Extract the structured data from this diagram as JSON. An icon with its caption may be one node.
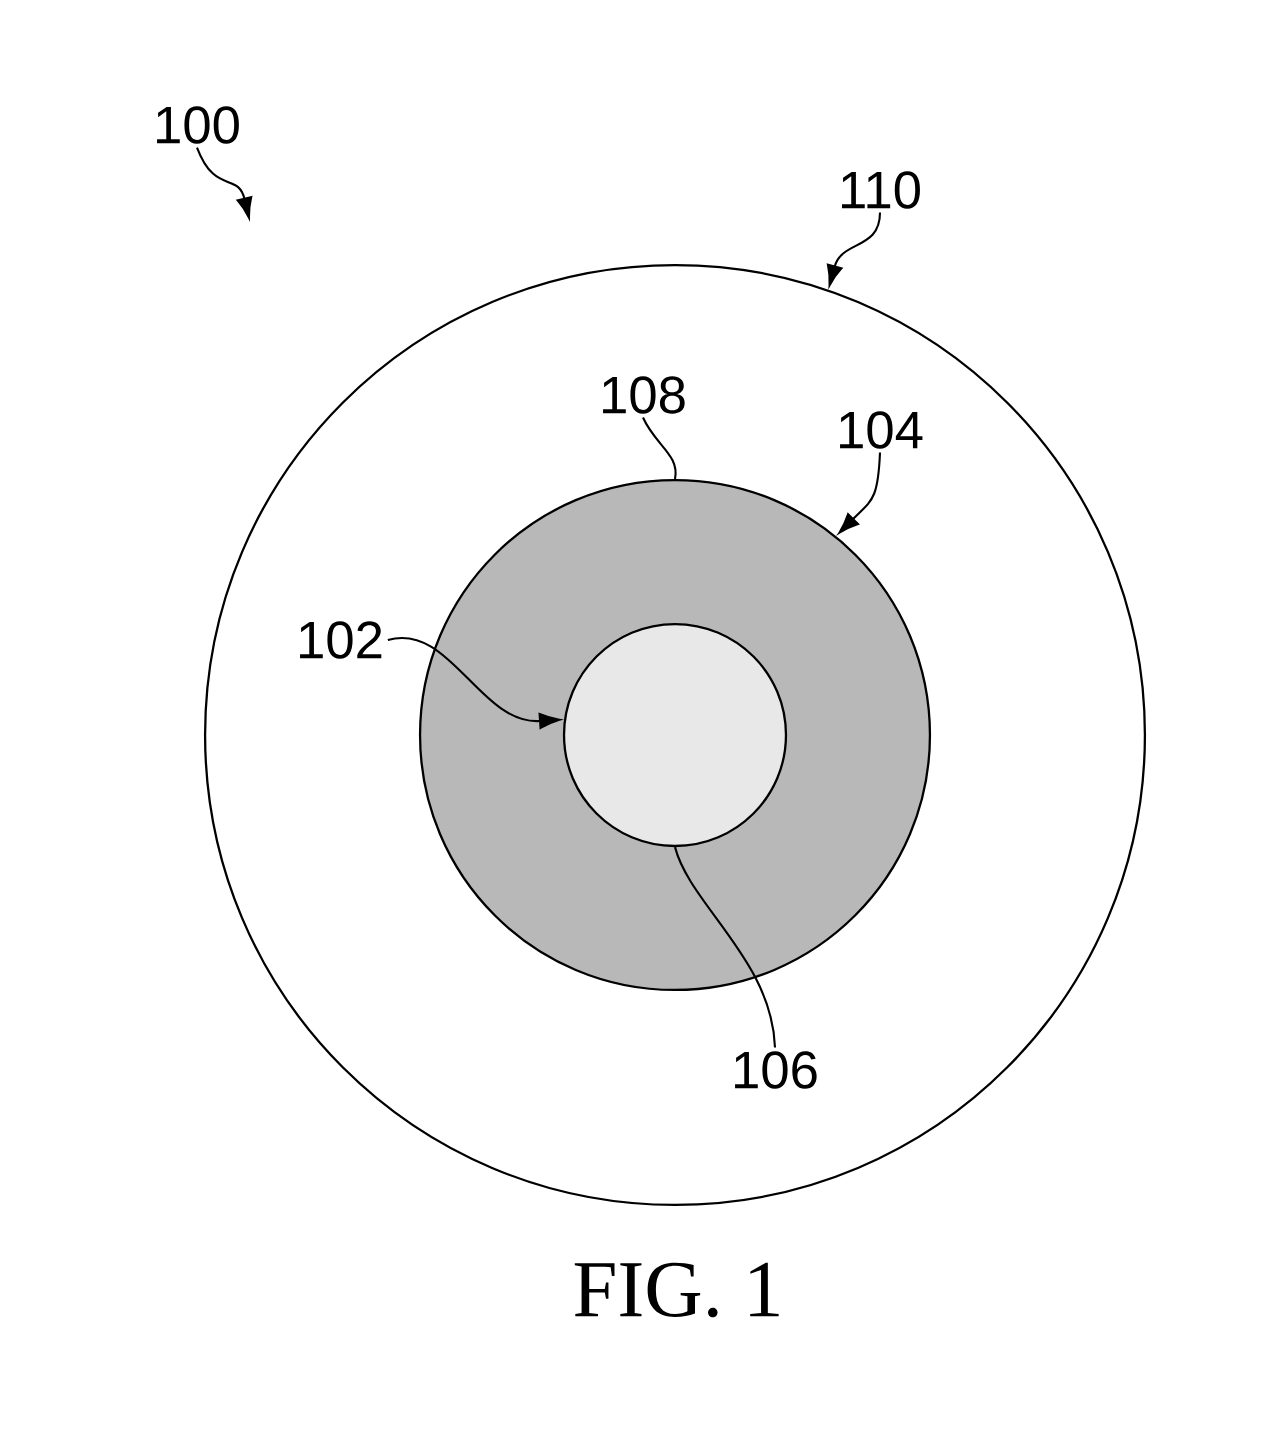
{
  "diagram": {
    "caption": "FIG. 1",
    "nodes": [
      {
        "text": [
          "100"
        ]
      },
      {
        "text": [
          "110"
        ]
      },
      {
        "text": [],
        "shape": "circle"
      },
      {
        "text": [
          "108"
        ],
        "in": 2
      },
      {
        "text": [],
        "shape": "circle",
        "in": 2
      },
      {
        "text": [
          "104"
        ],
        "in": 2
      },
      {
        "text": [
          "102"
        ],
        "in": 2
      },
      {
        "text": [],
        "shape": "circle",
        "in": 4
      },
      {
        "text": [
          "106"
        ],
        "in": 2
      }
    ],
    "edges": [
      {
        "from": 0,
        "to": null,
        "arrow": "to"
      },
      {
        "from": 1,
        "to": 2,
        "arrow": "to"
      },
      {
        "from": 3,
        "to": 4,
        "arrow": "none"
      },
      {
        "from": 5,
        "to": 4,
        "arrow": "to"
      },
      {
        "from": 6,
        "to": 7,
        "arrow": "to"
      },
      {
        "from": 8,
        "to": 7,
        "arrow": "none"
      }
    ]
  }
}
